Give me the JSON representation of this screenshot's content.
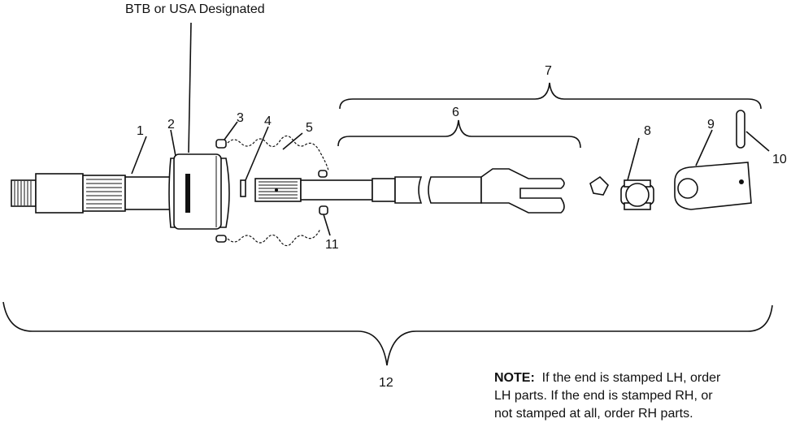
{
  "diagram": {
    "top_label": "BTB or USA Designated",
    "callouts": [
      "1",
      "2",
      "3",
      "4",
      "5",
      "6",
      "7",
      "8",
      "9",
      "10",
      "11",
      "12"
    ],
    "note": {
      "heading": "NOTE:",
      "line1": "If the end is stamped LH, order",
      "line2": "LH parts.  If the end is stamped RH, or",
      "line3": "not stamped at all, order RH parts."
    }
  }
}
